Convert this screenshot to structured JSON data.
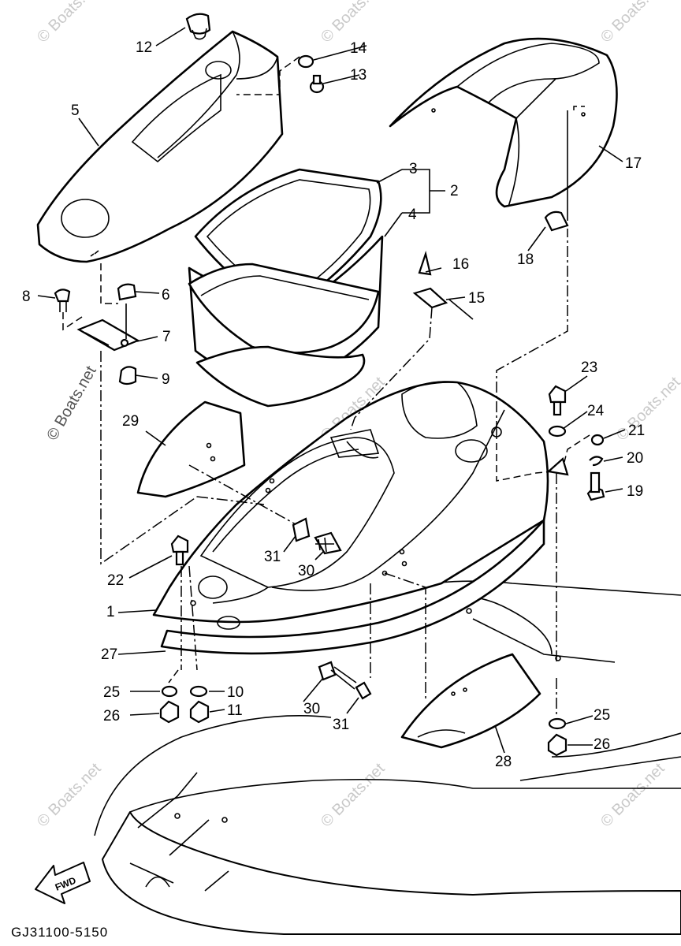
{
  "diagram_code": "GJ31100-5150",
  "direction_label": "FWD",
  "watermark_text": "© Boats.net",
  "callouts": [
    "1",
    "2",
    "3",
    "4",
    "5",
    "6",
    "7",
    "8",
    "9",
    "10",
    "11",
    "12",
    "13",
    "14",
    "15",
    "16",
    "17",
    "18",
    "19",
    "20",
    "21",
    "22",
    "23",
    "24",
    "25",
    "26",
    "27",
    "28",
    "29",
    "30",
    "31"
  ]
}
